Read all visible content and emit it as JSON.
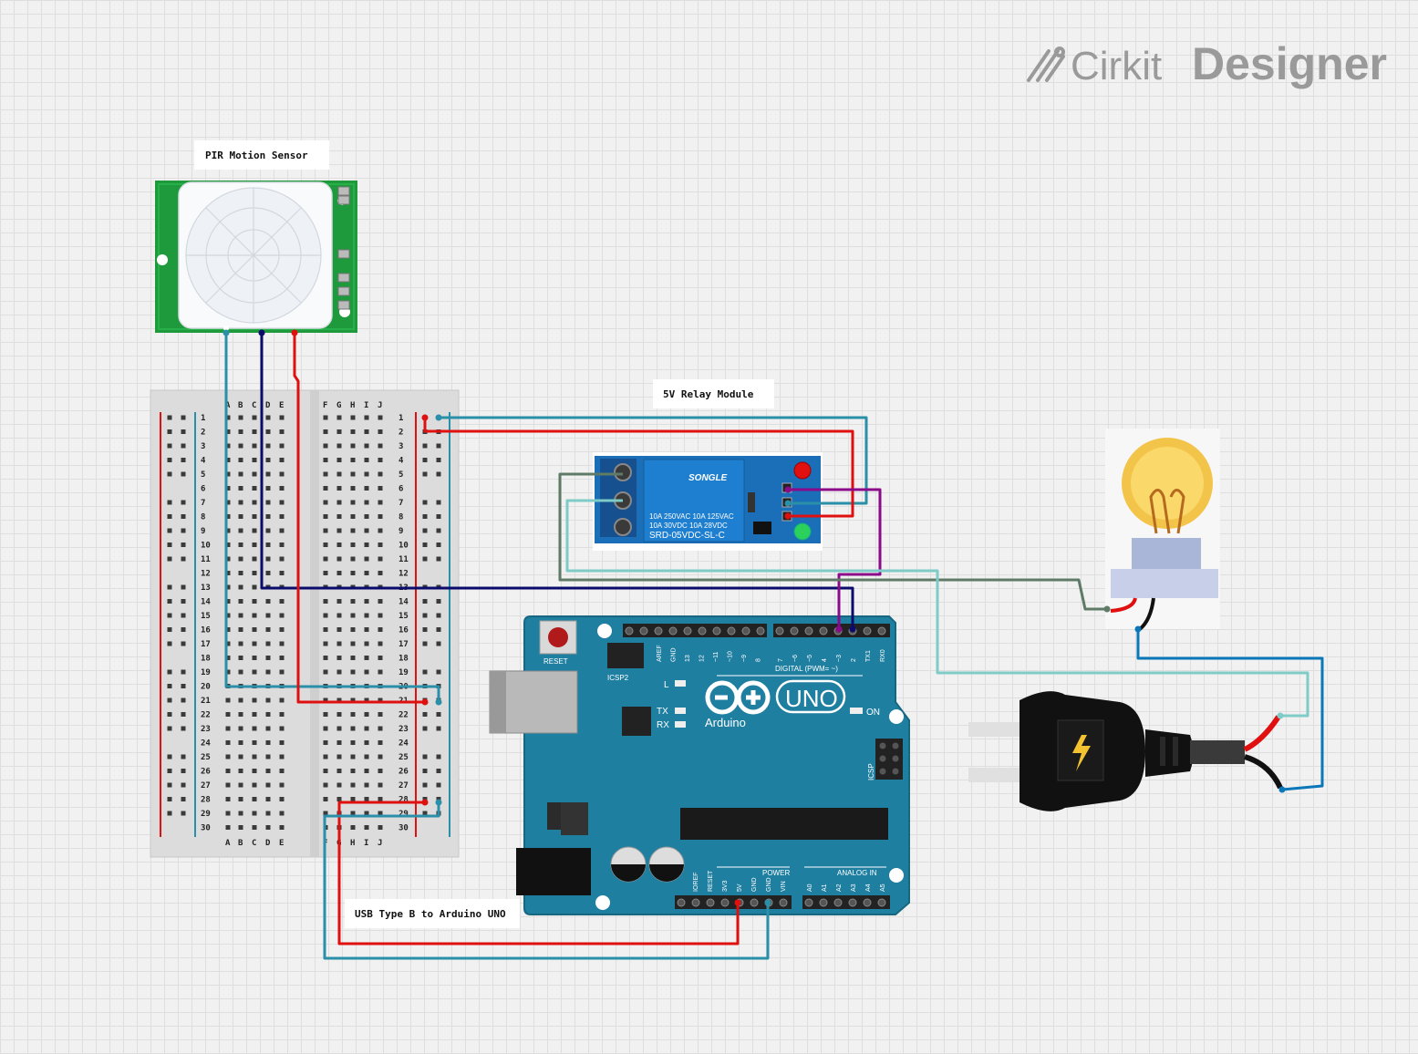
{
  "brand": {
    "name_light": "Cirkit",
    "name_bold": "Designer"
  },
  "labels": {
    "pir": "PIR Motion Sensor",
    "relay": "5V Relay Module",
    "usb": "USB Type B to Arduino UNO"
  },
  "breadboard": {
    "cols_left": [
      "A",
      "B",
      "C",
      "D",
      "E"
    ],
    "cols_right": [
      "F",
      "G",
      "H",
      "I",
      "J"
    ],
    "rows": 30
  },
  "relay": {
    "brand": "SONGLE",
    "spec1": "10A 250VAC  10A 125VAC",
    "spec2": "10A  30VDC  10A  28VDC",
    "model": "SRD-05VDC-SL-C"
  },
  "arduino": {
    "reset": "RESET",
    "icsp2": "ICSP2",
    "icsp": "ICSP",
    "digital_label": "DIGITAL (PWM= ~)",
    "uno": "UNO",
    "arduino": "Arduino",
    "on": "ON",
    "l": "L",
    "tx": "TX",
    "rx": "RX",
    "power": "POWER",
    "analog": "ANALOG IN",
    "digital_pins": [
      "AREF",
      "GND",
      "13",
      "12",
      "~11",
      "~10",
      "~9",
      "8",
      "7",
      "~6",
      "~5",
      "4",
      "~3",
      "2",
      "TX1",
      "RX0"
    ],
    "power_pins": [
      "IOREF",
      "RESET",
      "3V3",
      "5V",
      "GND",
      "GND",
      "VIN"
    ],
    "analog_pins": [
      "A0",
      "A1",
      "A2",
      "A3",
      "A4",
      "A5"
    ]
  },
  "colors": {
    "wire_teal": "#2a8fa8",
    "wire_red": "#e01010",
    "wire_navy": "#0b0b6b",
    "wire_purple": "#8a0a8a",
    "wire_gray_green": "#5f7a66",
    "wire_light_teal": "#7ecbc8",
    "wire_blue": "#0a77b8",
    "arduino_blue": "#1f7fa0",
    "relay_blue": "#1a6fb8"
  }
}
